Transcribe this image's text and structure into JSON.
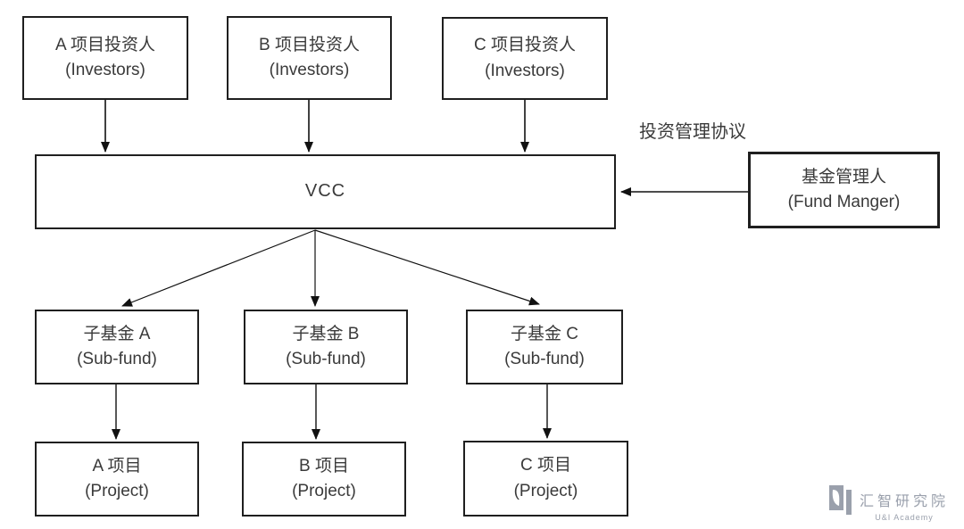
{
  "investors": [
    {
      "line1": "A 项目投资人",
      "line2": "(Investors)"
    },
    {
      "line1": "B 项目投资人",
      "line2": "(Investors)"
    },
    {
      "line1": "C 项目投资人",
      "line2": "(Investors)"
    }
  ],
  "vcc": {
    "label": "VCC"
  },
  "agreement_label": "投资管理协议",
  "fund_manager": {
    "line1": "基金管理人",
    "line2": "(Fund Manger)"
  },
  "subfunds": [
    {
      "line1": "子基金 A",
      "line2": "(Sub-fund)"
    },
    {
      "line1": "子基金 B",
      "line2": "(Sub-fund)"
    },
    {
      "line1": "子基金 C",
      "line2": "(Sub-fund)"
    }
  ],
  "projects": [
    {
      "line1": "A 项目",
      "line2": "(Project)"
    },
    {
      "line1": "B 项目",
      "line2": "(Project)"
    },
    {
      "line1": "C 项目",
      "line2": "(Project)"
    }
  ],
  "logo": {
    "title": "汇智研究院",
    "subtitle": "U&I Academy"
  },
  "colors": {
    "line": "#1a1a1a",
    "text": "#3a3a3a",
    "logo_gray": "#9aa0ac"
  }
}
